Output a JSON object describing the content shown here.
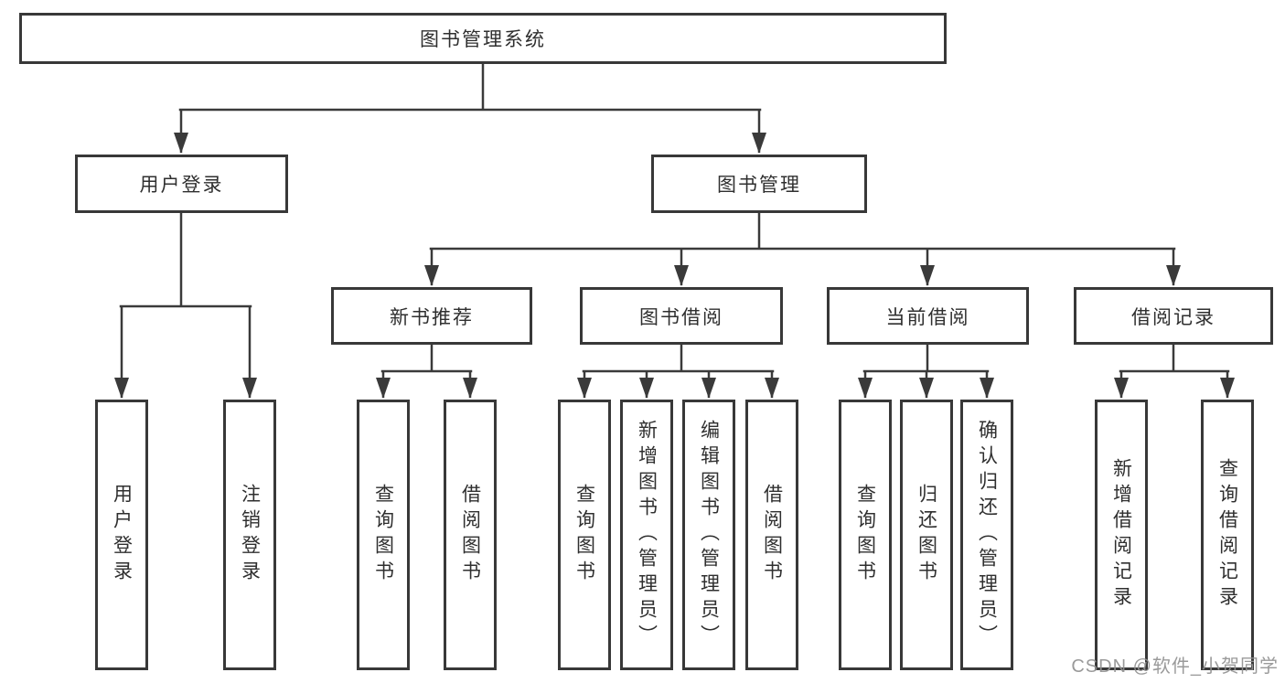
{
  "tree": {
    "root": "图书管理系统",
    "branches": [
      {
        "label": "用户登录",
        "children": [
          "用户登录",
          "注销登录"
        ]
      },
      {
        "label": "图书管理",
        "groups": [
          {
            "label": "新书推荐",
            "children": [
              "查询图书",
              "借阅图书"
            ]
          },
          {
            "label": "图书借阅",
            "children": [
              "查询图书",
              "新增图书（管理员）",
              "编辑图书（管理员）",
              "借阅图书"
            ]
          },
          {
            "label": "当前借阅",
            "children": [
              "查询图书",
              "归还图书",
              "确认归还（管理员）"
            ]
          },
          {
            "label": "借阅记录",
            "children": [
              "新增借阅记录",
              "查询借阅记录"
            ]
          }
        ]
      }
    ]
  },
  "watermark": {
    "text": "CSDN @软件_小贺同学"
  },
  "colors": {
    "line": "#3a3a3a",
    "border": "#383838",
    "text": "#2f2f2f",
    "watermark": "#919191",
    "background": "#ffffff"
  }
}
